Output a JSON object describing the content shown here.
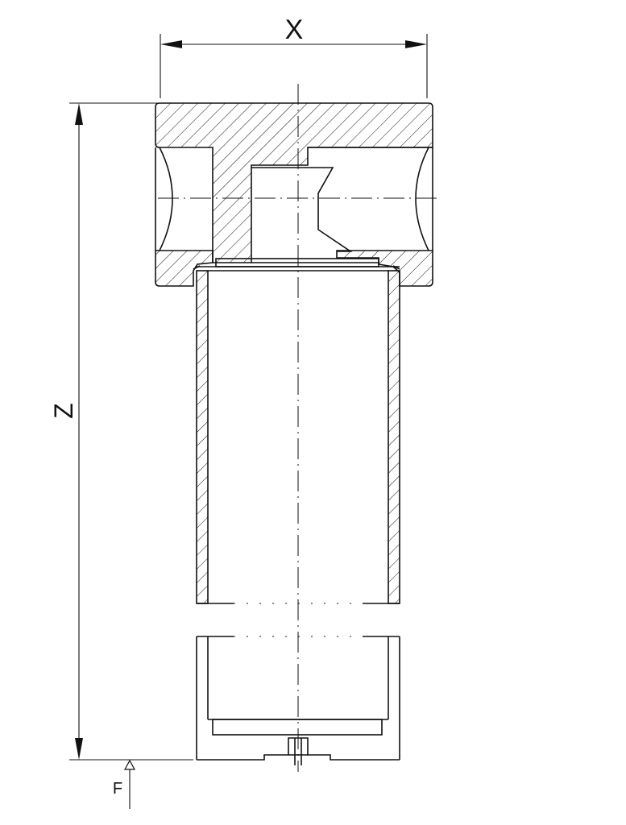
{
  "labels": {
    "width": "X",
    "height": "Z",
    "flow": "F"
  }
}
